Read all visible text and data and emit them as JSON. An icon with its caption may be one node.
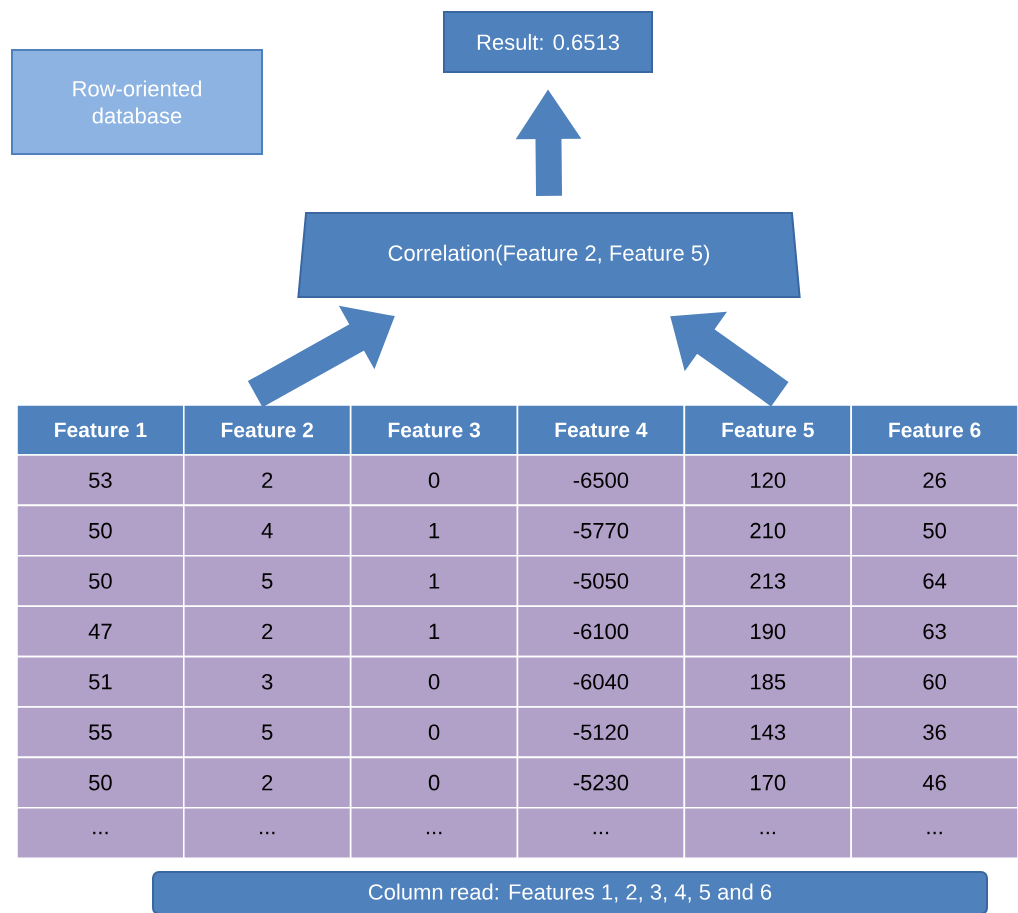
{
  "diagram": {
    "nodes": [
      {
        "text": [
          "Row-oriented database"
        ]
      },
      {
        "text": [
          "Result: 0.6513"
        ]
      },
      {
        "text": [
          "Correlation(Feature 2, Feature 5)"
        ]
      },
      {
        "text": [
          "Feature 1"
        ]
      },
      {
        "text": [
          "Feature 2"
        ]
      },
      {
        "text": [
          "Feature 3"
        ]
      },
      {
        "text": [
          "Feature 4"
        ]
      },
      {
        "text": [
          "Feature 5"
        ]
      },
      {
        "text": [
          "Feature 6"
        ]
      },
      {
        "text": [
          "Column read: Features 1, 2, 3, 4, 5 and 6"
        ]
      }
    ],
    "edges": [
      {
        "from": 4,
        "to": 2,
        "arrow": "to"
      },
      {
        "from": 7,
        "to": 2,
        "arrow": "to"
      },
      {
        "from": 2,
        "to": 1,
        "arrow": "to"
      }
    ],
    "labels": [
      "53",
      "2",
      "0",
      "-6500",
      "120",
      "26",
      "50",
      "4",
      "1",
      "-5770",
      "210",
      "50",
      "50",
      "5",
      "1",
      "-5050",
      "213",
      "64",
      "47",
      "2",
      "1",
      "-6100",
      "190",
      "63",
      "51",
      "3",
      "0",
      "-6040",
      "185",
      "60",
      "55",
      "5",
      "0",
      "-5120",
      "143",
      "36",
      "50",
      "2",
      "0",
      "-5230",
      "170",
      "46",
      "...",
      "...",
      "...",
      "...",
      "...",
      "..."
    ]
  }
}
